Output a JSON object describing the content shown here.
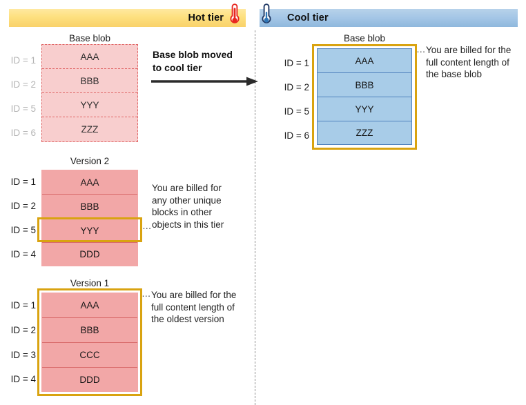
{
  "tiers": {
    "hot": {
      "label": "Hot tier",
      "icon": "thermometer-hot-icon",
      "accent": "#f9d26a"
    },
    "cool": {
      "label": "Cool tier",
      "icon": "thermometer-cool-icon",
      "accent": "#a4c6e6"
    }
  },
  "transition": {
    "label": "Base blob moved\nto cool tier",
    "icon": "arrow-right-icon"
  },
  "hot_tier": {
    "base_blob": {
      "title": "Base blob",
      "style": "dashed-faded",
      "rows": [
        {
          "id": "ID = 1",
          "block": "AAA"
        },
        {
          "id": "ID = 2",
          "block": "BBB"
        },
        {
          "id": "ID = 5",
          "block": "YYY"
        },
        {
          "id": "ID = 6",
          "block": "ZZZ"
        }
      ]
    },
    "version_2": {
      "title": "Version 2",
      "rows": [
        {
          "id": "ID = 1",
          "block": "AAA",
          "highlighted": false
        },
        {
          "id": "ID = 2",
          "block": "BBB",
          "highlighted": false
        },
        {
          "id": "ID = 5",
          "block": "YYY",
          "highlighted": true
        },
        {
          "id": "ID = 4",
          "block": "DDD",
          "highlighted": false
        }
      ],
      "callout": "You are billed for\nany other unique\nblocks in other\nobjects in this tier"
    },
    "version_1": {
      "title": "Version 1",
      "highlighted": true,
      "rows": [
        {
          "id": "ID = 1",
          "block": "AAA"
        },
        {
          "id": "ID = 2",
          "block": "BBB"
        },
        {
          "id": "ID = 3",
          "block": "CCC"
        },
        {
          "id": "ID = 4",
          "block": "DDD"
        }
      ],
      "callout": "You are billed for the\nfull content length of\nthe oldest version"
    }
  },
  "cool_tier": {
    "base_blob": {
      "title": "Base blob",
      "highlighted": true,
      "rows": [
        {
          "id": "ID = 1",
          "block": "AAA"
        },
        {
          "id": "ID = 2",
          "block": "BBB"
        },
        {
          "id": "ID = 5",
          "block": "YYY"
        },
        {
          "id": "ID = 6",
          "block": "ZZZ"
        }
      ],
      "callout": "You are billed for the\nfull content length of\nthe base blob"
    }
  },
  "colors": {
    "hot_fill_faded": "#f8cece",
    "hot_fill_solid": "#f2a7a7",
    "hot_border_dashed": "#e06666",
    "cool_fill": "#a8cce8",
    "cool_border": "#4f81bd",
    "highlight_gold": "#d9a310",
    "divider": "#8c8c8c"
  }
}
